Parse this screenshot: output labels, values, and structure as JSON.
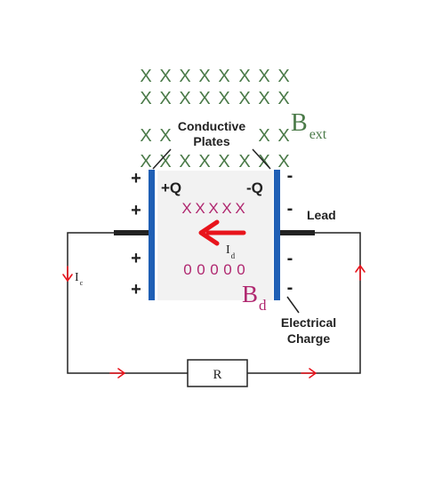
{
  "labels": {
    "conductive_plates_line1": "Conductive",
    "conductive_plates_line2": "Plates",
    "b_ext_main": "B",
    "b_ext_sub": "ext",
    "plus_q": "+Q",
    "minus_q": "-Q",
    "lead": "Lead",
    "i_d_main": "I",
    "i_d_sub": "d",
    "i_c_main": "I",
    "i_c_sub": "c",
    "b_d_main": "B",
    "b_d_sub": "d",
    "electrical_charge_line1": "Electrical",
    "electrical_charge_line2": "Charge",
    "resistor": "R"
  },
  "symbols": {
    "field_into_page": "X",
    "field_out_of_page": "0",
    "plus": "+",
    "minus": "-"
  },
  "counts": {
    "induced_x_marks": 5,
    "induced_o_marks": 5
  },
  "colors": {
    "external_field": "#4a7a48",
    "induced_field": "#b0276f",
    "plate": "#1f5fb5",
    "current_arrow": "#e8141c",
    "wire": "#222222",
    "gap_fill": "#f2f2f2"
  }
}
